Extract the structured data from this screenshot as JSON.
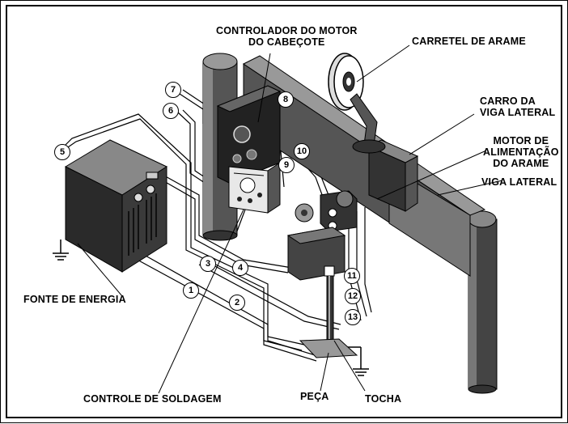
{
  "labels": {
    "controlador": "CONTROLADOR DO MOTOR\nDO CABEÇOTE",
    "carretel": "CARRETEL DE ARAME",
    "carro": "CARRO DA\nVIGA LATERAL",
    "motor": "MOTOR DE\nALIMENTAÇÃO\nDO ARAME",
    "viga": "VIGA LATERAL",
    "fonte": "FONTE DE ENERGIA",
    "controle": "CONTROLE DE SOLDAGEM",
    "peca": "PEÇA",
    "tocha": "TOCHA"
  },
  "numbers": [
    "1",
    "2",
    "3",
    "4",
    "5",
    "6",
    "7",
    "8",
    "9",
    "10",
    "11",
    "12",
    "13"
  ]
}
